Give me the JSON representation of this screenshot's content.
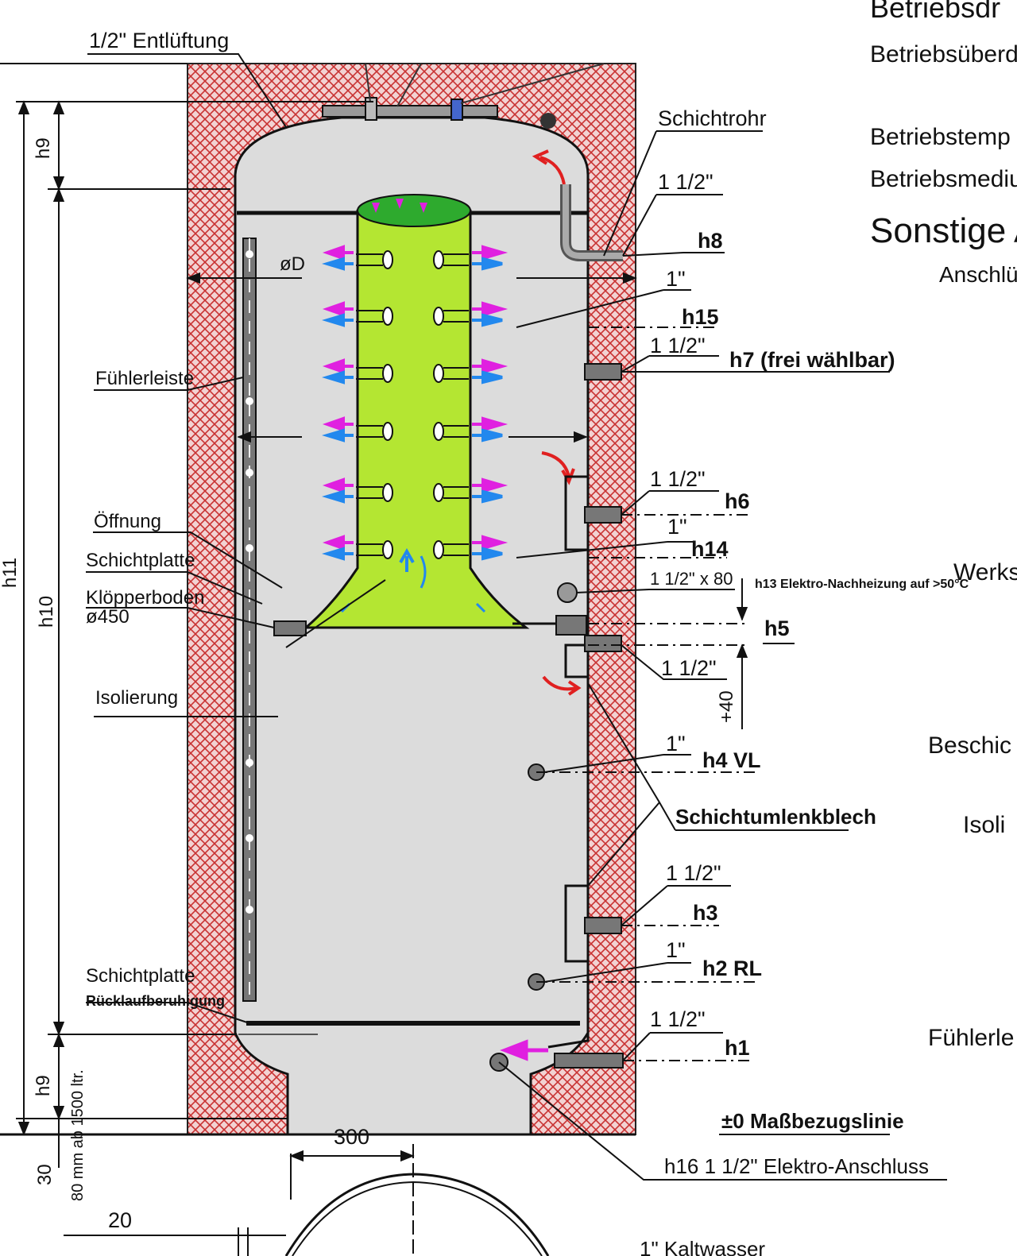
{
  "header": {
    "line1": "Betriebsdr",
    "line2": "Betriebsüberd",
    "line3": "Betriebstemp",
    "line4": "Betriebsmediu",
    "line5": "Sonstige A",
    "line6": "Anschlü"
  },
  "labels": {
    "vent": "1/2\" Entlüftung",
    "schichtrohr": "Schichtrohr",
    "phi_d": "øD",
    "fuehlerleiste": "Fühlerleiste",
    "oeffnung": "Öffnung",
    "schichtplatte": "Schichtplatte",
    "kloepperboden": "Klöpperboden",
    "kloepper_dia": "ø450",
    "isolierung": "Isolierung",
    "schichtplatte2": "Schichtplatte",
    "ruecklauf": "Rücklaufberuhigung",
    "schichtumlenkblech": "Schichtumlenkblech",
    "bezugslinie": "±0 Maßbezugslinie",
    "elektro": "h16 1 1/2\" Elektro-Anschluss",
    "kaltwasser": "1\" Kaltwasser",
    "h13_note": "h13 Elektro-Nachheizung auf >50°C",
    "plus40": "+40"
  },
  "connections": {
    "s_1_5": "1 1/2\"",
    "s_1": "1\"",
    "s_15x80": "1 1/2\" x 80",
    "h8": "h8",
    "h15": "h15",
    "h7": "h7 (frei wählbar)",
    "h6": "h6",
    "h14": "h14",
    "h5": "h5",
    "h4": "h4 VL",
    "h3": "h3",
    "h2": "h2 RL",
    "h1": "h1"
  },
  "dimensions": {
    "h9": "h9",
    "h10": "h10",
    "h11": "h11",
    "d30": "30",
    "d80": "80 mm ab 1500 ltr.",
    "d300": "300",
    "d20": "20"
  },
  "right_notes": {
    "werks": "Werks",
    "beschic": "Beschic",
    "isoli": "Isoli",
    "fuehlerle": "Fühlerle"
  },
  "colors": {
    "insulation": "#f0c8c8",
    "hatch": "#c83232",
    "tank": "#dcdcdc",
    "stratifier": "#b4e632",
    "magenta": "#e020e0",
    "blue": "#2288ee",
    "red_arrow": "#e02020"
  }
}
